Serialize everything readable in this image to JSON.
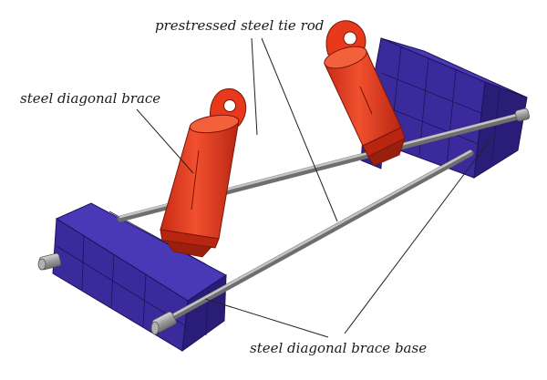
{
  "labels": {
    "tie_rod": "prestressed steel tie rod",
    "diagonal_brace": "steel diagonal brace",
    "brace_base": "steel diagonal brace base"
  },
  "colors": {
    "base_face": "#3a2a9c",
    "base_side": "#2a1d78",
    "base_top": "#4a39b6",
    "base_edge": "#1c1458",
    "brace_red": "#e8391c",
    "brace_dark": "#b82612",
    "rod_gray": "#8e8e8e",
    "rod_light": "#c4c4c4",
    "leader": "#222222"
  }
}
